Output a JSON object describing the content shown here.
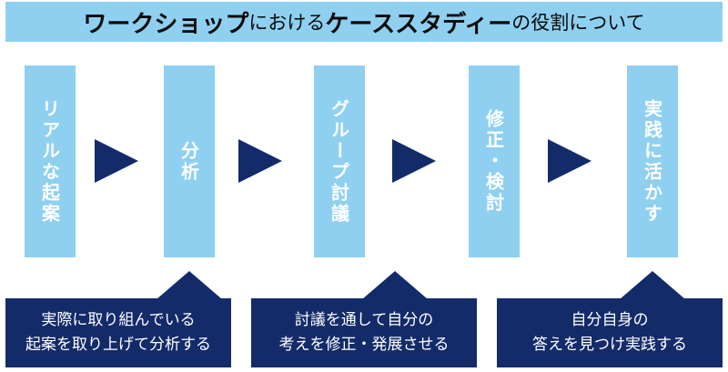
{
  "title": {
    "part1": "ワークショップ",
    "part2": "における",
    "part3": "ケーススタディー",
    "part4": "の役割について"
  },
  "steps": [
    {
      "label": "リアルな起案"
    },
    {
      "label": "分析"
    },
    {
      "label": "グループ討議"
    },
    {
      "label": "修正・検討"
    },
    {
      "label": "実践に活かす"
    }
  ],
  "callouts": [
    {
      "line1": "実際に取り組んでいる",
      "line2": "起案を取り上げて分析する"
    },
    {
      "line1": "討議を通して自分の",
      "line2": "考えを修正・発展させる"
    },
    {
      "line1": "自分自身の",
      "line2": "答えを見つけ実践する"
    }
  ],
  "colors": {
    "step_fill": "#8fd0f0",
    "arrow_fill": "#142b6a",
    "callout_fill": "#142b6a",
    "title_bar": "#8fd0f0"
  }
}
